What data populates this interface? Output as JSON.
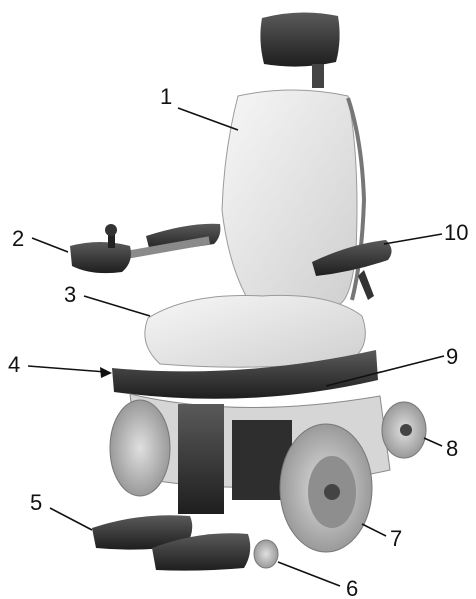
{
  "callouts": {
    "c1": "1",
    "c2": "2",
    "c3": "3",
    "c4": "4",
    "c5": "5",
    "c6": "6",
    "c7": "7",
    "c8": "8",
    "c9": "9",
    "c10": "10"
  },
  "colors": {
    "background": "#ffffff",
    "seat_light": "#e9e9e9",
    "frame_dark": "#3a3a3a",
    "tire_gray": "#bdbdbd"
  }
}
